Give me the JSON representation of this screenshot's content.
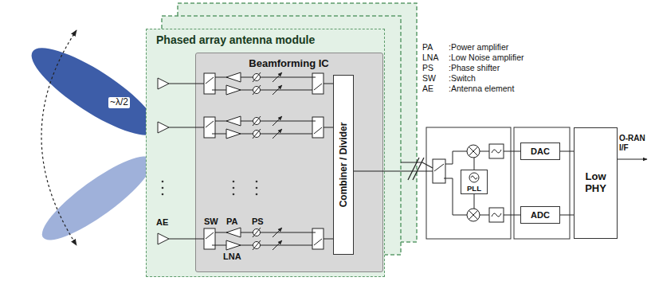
{
  "diagram": {
    "nodes": [
      {
        "text": [
          "Phased array antenna module"
        ]
      },
      {
        "text": [
          "Beamforming IC"
        ],
        "in": 0
      },
      {
        "text": [
          "Combiner / Divider"
        ],
        "in": 1
      },
      {
        "text": [
          "PLL"
        ]
      },
      {
        "text": [
          "DAC"
        ]
      },
      {
        "text": [
          "ADC"
        ]
      },
      {
        "text": [
          "Low PHY"
        ]
      }
    ],
    "labels": [
      "~λ/2",
      "SW",
      "PA",
      "PS",
      "LNA",
      "AE",
      "PA",
      ":Power amplifier",
      "LNA",
      ":Low Noise amplifier",
      "PS",
      ":Phase shifter",
      "SW",
      ":Switch",
      "AE",
      ":Antenna element",
      "O-RAN I/F"
    ]
  }
}
